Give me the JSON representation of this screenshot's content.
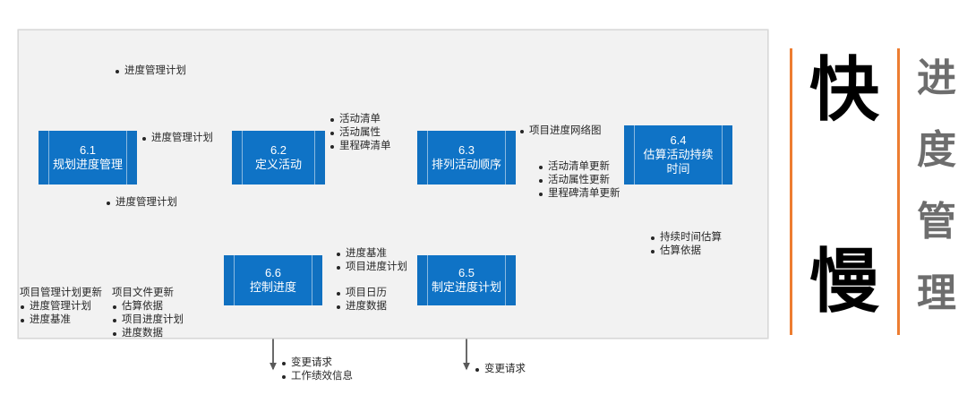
{
  "diagram": {
    "title_hidden": "",
    "colors": {
      "box_blue": "#1070c0",
      "box_inner_blue": "#0f73c6",
      "panel_bg": "#f2f2f2",
      "accent_orange": "#ed7d31",
      "text_dark": "#262626",
      "side_text_gray": "#6d6d6d"
    },
    "boxes": [
      {
        "id": "6.1",
        "num": "6.1",
        "name": "规划进度管理"
      },
      {
        "id": "6.2",
        "num": "6.2",
        "name": "定义活动"
      },
      {
        "id": "6.3",
        "num": "6.3",
        "name": "排列活动顺序"
      },
      {
        "id": "6.4",
        "num": "6.4",
        "name": "估算活动持续\n时间"
      },
      {
        "id": "6.5",
        "num": "6.5",
        "name": "制定进度计划"
      },
      {
        "id": "6.6",
        "num": "6.6",
        "name": "控制进度"
      }
    ],
    "annotations": {
      "top_plan": {
        "items": [
          "进度管理计划"
        ]
      },
      "a_6_1_to_6_2": {
        "items": [
          "进度管理计划"
        ]
      },
      "below_6_1_plan": {
        "items": [
          "进度管理计划"
        ]
      },
      "a_6_2_to_6_3": {
        "items": [
          "活动清单",
          "活动属性",
          "里程碑清单"
        ]
      },
      "a_6_3_to_6_4": {
        "items": [
          "项目进度网络图"
        ]
      },
      "a_6_3_updates": {
        "items": [
          "活动清单更新",
          "活动属性更新",
          "里程碑清单更新"
        ]
      },
      "a_6_4_to_6_5": {
        "items": [
          "持续时间估算",
          "估算依据"
        ]
      },
      "a_6_5_to_6_6_top": {
        "items": [
          "进度基准",
          "项目进度计划"
        ]
      },
      "a_6_5_to_6_6_bottom": {
        "items": [
          "项目日历",
          "进度数据"
        ]
      },
      "out_pm_plan_update": {
        "header": "项目管理计划更新",
        "items": [
          "进度管理计划",
          "进度基准"
        ]
      },
      "out_doc_update": {
        "header": "项目文件更新",
        "items": [
          "估算依据",
          "项目进度计划",
          "进度数据"
        ]
      },
      "out_6_6_bottom": {
        "items": [
          "变更请求",
          "工作绩效信息"
        ]
      },
      "out_6_5_bottom": {
        "items": [
          "变更请求"
        ]
      }
    }
  },
  "banner": {
    "big_chars": [
      "快",
      "慢"
    ],
    "side_chars": [
      "进",
      "度",
      "管",
      "理"
    ]
  }
}
